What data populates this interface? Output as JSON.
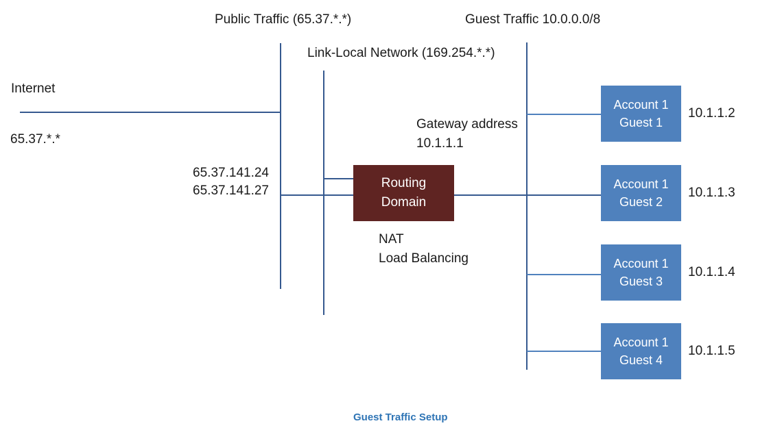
{
  "title": "Guest Traffic Setup",
  "colors": {
    "box_blue": "#4F81BD",
    "box_red": "#5F2422",
    "line": "#35598F",
    "line_light": "#4F81BD",
    "caption": "#2E74B5",
    "text": "#1a1a1a"
  },
  "labels": {
    "public_traffic": "Public Traffic (65.37.*.*)",
    "guest_traffic": "Guest Traffic 10.0.0.0/8",
    "link_local": "Link-Local Network (169.254.*.*)",
    "internet": "Internet",
    "public_range": "65.37.*.*",
    "public_ip_1": "65.37.141.24",
    "public_ip_2": "65.37.141.27",
    "gateway_line1": "Gateway address",
    "gateway_line2": "10.1.1.1",
    "nat": "NAT",
    "load_balancing": "Load Balancing",
    "caption": "Guest Traffic Setup"
  },
  "routing_domain": {
    "line1": "Routing",
    "line2": "Domain"
  },
  "guests": [
    {
      "line1": "Account 1",
      "line2": "Guest 1",
      "ip": "10.1.1.2"
    },
    {
      "line1": "Account 1",
      "line2": "Guest 2",
      "ip": "10.1.1.3"
    },
    {
      "line1": "Account 1",
      "line2": "Guest 3",
      "ip": "10.1.1.4"
    },
    {
      "line1": "Account 1",
      "line2": "Guest 4",
      "ip": "10.1.1.5"
    }
  ]
}
